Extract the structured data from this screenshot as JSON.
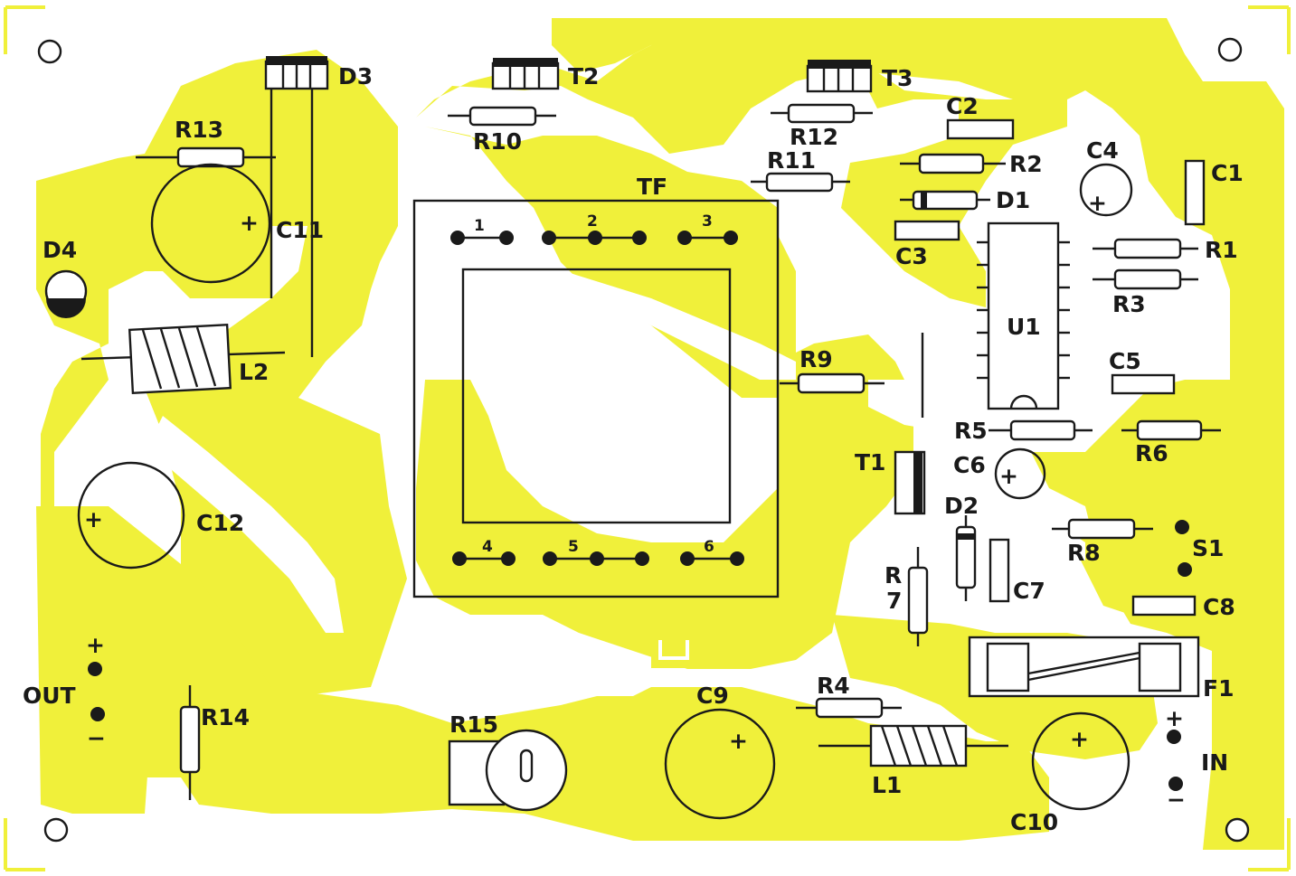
{
  "board": {
    "colors": {
      "copper": "#f0f03a",
      "background": "#ffffff",
      "ink": "#1a1a1a"
    },
    "transformer": {
      "label": "TF",
      "pins_top": [
        "1",
        "2",
        "3"
      ],
      "pins_bottom": [
        "4",
        "5",
        "6"
      ]
    },
    "labels": {
      "D3": "D3",
      "T2": "T2",
      "T3": "T3",
      "R13": "R13",
      "R10": "R10",
      "R12": "R12",
      "R11": "R11",
      "C2": "C2",
      "R2": "R2",
      "C4": "C4",
      "C1": "C1",
      "D1": "D1",
      "C3": "C3",
      "R1": "R1",
      "R3": "R3",
      "U1": "U1",
      "C5": "C5",
      "R5": "R5",
      "R6": "R6",
      "C6": "C6",
      "T1": "T1",
      "D2": "D2",
      "R9": "R9",
      "C11": "C11",
      "D4": "D4",
      "L2": "L2",
      "C12": "C12",
      "OUT": "OUT",
      "out_plus": "+",
      "out_minus": "−",
      "R14": "R14",
      "R15": "R15",
      "C9": "C9",
      "R4": "R4",
      "L1": "L1",
      "C10": "C10",
      "R7_a": "R",
      "R7_b": "7",
      "C7": "C7",
      "R8": "R8",
      "S1": "S1",
      "C8": "C8",
      "F1": "F1",
      "IN": "IN",
      "in_plus": "+",
      "in_minus": "−"
    }
  }
}
